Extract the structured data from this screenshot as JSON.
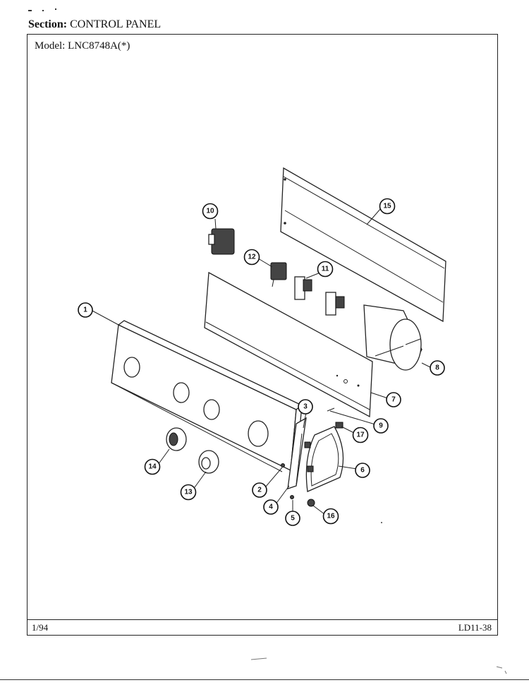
{
  "header": {
    "section_label": "Section:",
    "section_value": "CONTROL PANEL"
  },
  "frame": {
    "model_label": "Model:",
    "model_value": "LNC8748A(*)",
    "date": "1/94",
    "code": "LD11-38"
  },
  "callouts": [
    "1",
    "2",
    "3",
    "4",
    "5",
    "6",
    "7",
    "8",
    "9",
    "10",
    "11",
    "12",
    "13",
    "14",
    "15",
    "16",
    "17"
  ]
}
